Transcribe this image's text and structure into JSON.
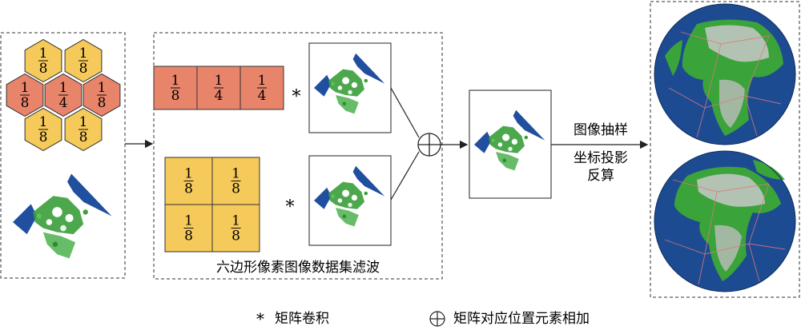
{
  "colors": {
    "orange": "#e8846a",
    "yellow": "#f5c95a",
    "border": "#333333",
    "ocean": "#1f4f9e",
    "land": "#3a9e3a",
    "snow": "#ffffff"
  },
  "hex_kernel": {
    "cells": [
      {
        "num": "1",
        "den": "8",
        "color": "yellow"
      },
      {
        "num": "1",
        "den": "8",
        "color": "yellow"
      },
      {
        "num": "1",
        "den": "8",
        "color": "orange"
      },
      {
        "num": "1",
        "den": "4",
        "color": "orange"
      },
      {
        "num": "1",
        "den": "8",
        "color": "orange"
      },
      {
        "num": "1",
        "den": "8",
        "color": "yellow"
      },
      {
        "num": "1",
        "den": "8",
        "color": "yellow"
      }
    ]
  },
  "row_kernel": [
    {
      "num": "1",
      "den": "8"
    },
    {
      "num": "1",
      "den": "4"
    },
    {
      "num": "1",
      "den": "4"
    }
  ],
  "square_kernel": [
    {
      "num": "1",
      "den": "8"
    },
    {
      "num": "1",
      "den": "8"
    },
    {
      "num": "1",
      "den": "8"
    },
    {
      "num": "1",
      "den": "8"
    }
  ],
  "operators": {
    "conv": "*",
    "add": "⊕"
  },
  "labels": {
    "filter_caption": "六边形像素图像数据集滤波",
    "step1": "图像抽样",
    "step2": "坐标投影",
    "step3": "反算"
  },
  "legend": {
    "conv_symbol": "*",
    "conv_text": "矩阵卷积",
    "add_symbol": "⊕",
    "add_text": "矩阵对应位置元素相加"
  }
}
